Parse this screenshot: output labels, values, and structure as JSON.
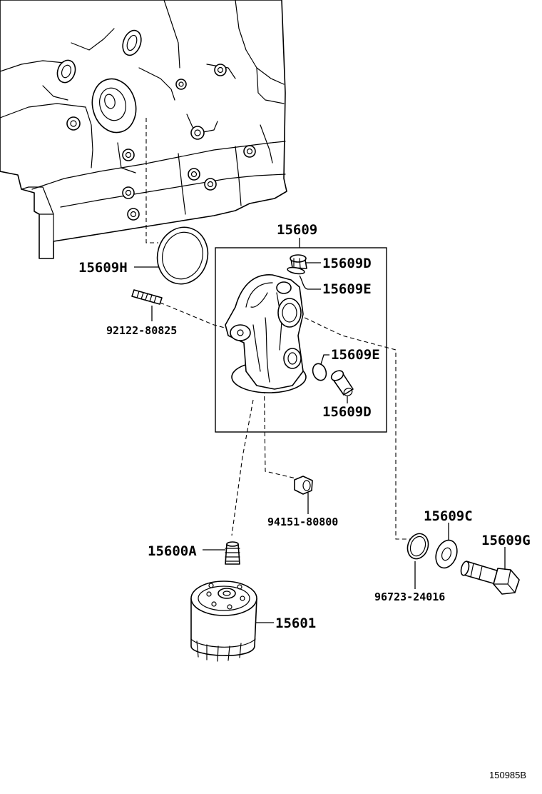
{
  "labels": {
    "oil_filter_bracket": "15609",
    "gasket_h": "15609H",
    "stud_bolt": "92122-80825",
    "plug_d_top": "15609D",
    "o_ring_e_top": "15609E",
    "o_ring_e_mid": "15609E",
    "plug_d_mid": "15609D",
    "nut": "94151-80800",
    "gasket_c": "15609C",
    "union_bolt_g": "15609G",
    "union_stud_a": "15600A",
    "o_ring_bottom": "96723-24016",
    "oil_filter": "15601",
    "drawing_ref": "150985B"
  },
  "colors": {
    "line": "#000000",
    "background": "#ffffff"
  }
}
